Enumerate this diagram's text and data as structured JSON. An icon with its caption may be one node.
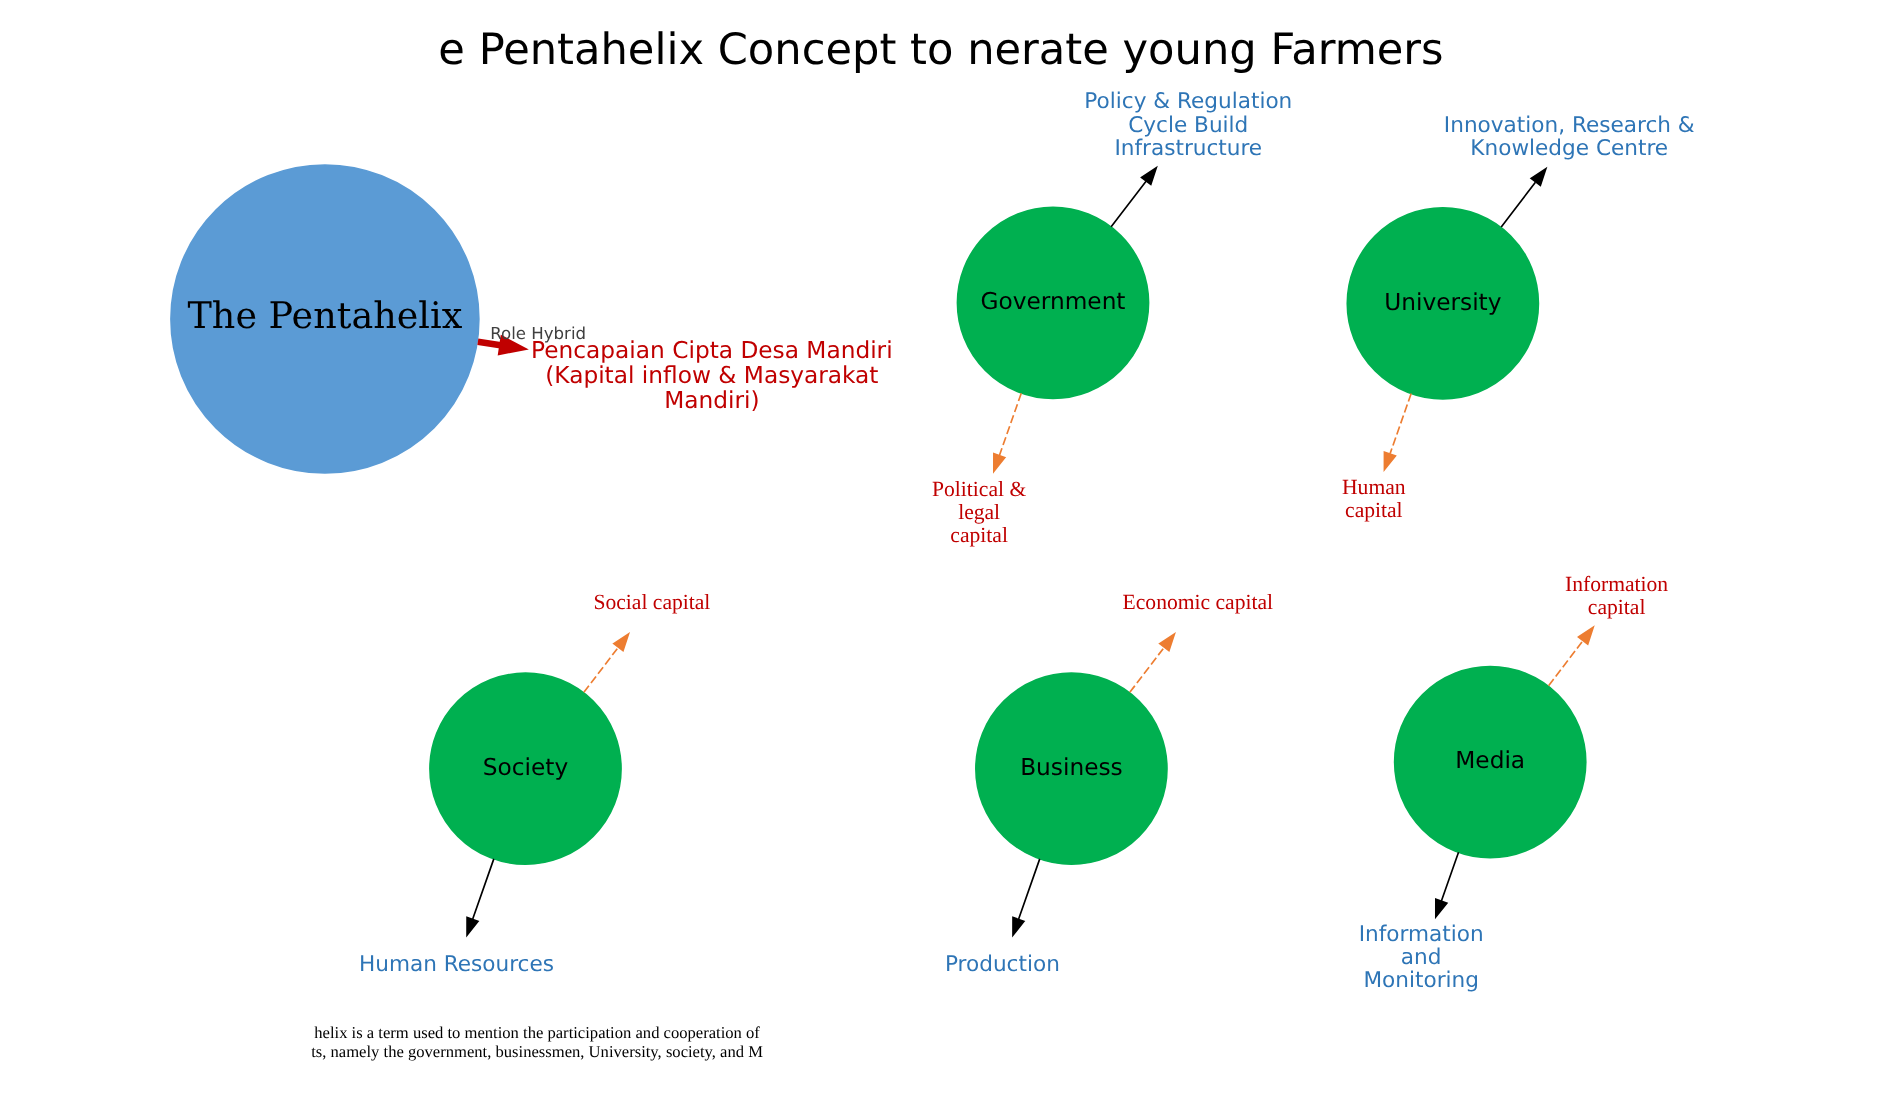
{
  "diagram": {
    "title": "e Pentahelix Concept to nerate young Farmers",
    "nodes": [
      {
        "text": [
          "The Pentahelix"
        ]
      },
      {
        "text": [
          "Government"
        ]
      },
      {
        "text": [
          "University"
        ]
      },
      {
        "text": [
          "Business"
        ]
      },
      {
        "text": [
          "Society"
        ]
      },
      {
        "text": [
          "Media"
        ]
      },
      {
        "text": [
          "Policy & Regulation Cycle Build Infrastructure"
        ]
      },
      {
        "text": [
          "Political & legal capital"
        ]
      },
      {
        "text": [
          "Innovation, Research & Knowledge Centre"
        ]
      },
      {
        "text": [
          "Human capital"
        ]
      },
      {
        "text": [
          "Economic capital"
        ]
      },
      {
        "text": [
          "Production"
        ]
      },
      {
        "text": [
          "Social capital"
        ]
      },
      {
        "text": [
          "Human Resources"
        ]
      },
      {
        "text": [
          "Information capital"
        ]
      },
      {
        "text": [
          "Information and Monitoring"
        ]
      },
      {
        "text": [
          "Pencapaian Cipta Desa Mandiri (Kapital inflow & Masyarakat Mandiri)"
        ]
      }
    ],
    "edges": [
      {
        "from": 1,
        "to": 6,
        "arrow": "to"
      },
      {
        "from": 1,
        "to": 7,
        "arrow": "to",
        "style": "dashed",
        "color": "#ed7d31"
      },
      {
        "from": 2,
        "to": 8,
        "arrow": "to"
      },
      {
        "from": 2,
        "to": 9,
        "arrow": "to",
        "style": "dashed",
        "color": "#ed7d31"
      },
      {
        "from": 3,
        "to": 10,
        "arrow": "to",
        "style": "dashed",
        "color": "#ed7d31"
      },
      {
        "from": 3,
        "to": 11,
        "arrow": "to"
      },
      {
        "from": 4,
        "to": 12,
        "arrow": "to",
        "style": "dashed",
        "color": "#ed7d31"
      },
      {
        "from": 4,
        "to": 13,
        "arrow": "to"
      },
      {
        "from": 5,
        "to": 14,
        "arrow": "to",
        "style": "dashed",
        "color": "#ed7d31"
      },
      {
        "from": 5,
        "to": 15,
        "arrow": "to"
      },
      {
        "from": 0,
        "to": 16,
        "arrow": "to",
        "label": "Role Hybrid",
        "style": "thick",
        "color": "#c00000"
      }
    ],
    "labels": [
      "helix is a term used to mention the participation and cooperation of ts, namely the government, businessmen, University, society, and M"
    ]
  }
}
